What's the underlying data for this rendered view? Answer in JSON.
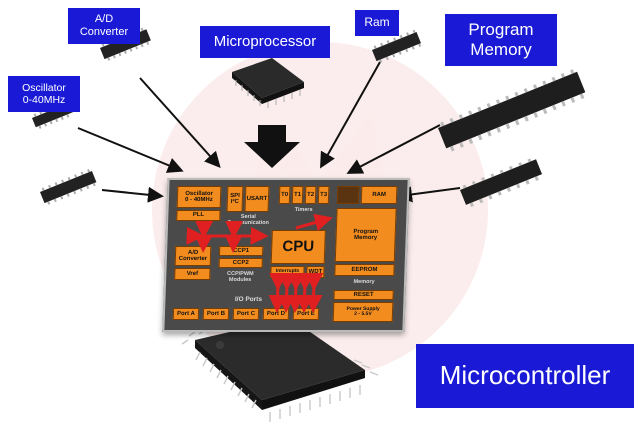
{
  "labels": {
    "ad_converter": "A/D\nConverter",
    "microprocessor": "Microprocessor",
    "ram": "Ram",
    "program_memory": "Program\nMemory",
    "oscillator": "Oscillator\n0-40MHz",
    "microcontroller": "Microcontroller"
  },
  "diagram": {
    "oscillator_block": "Oscillator\n0 - 40MHz",
    "pll": "PLL",
    "spi": "SPI\nI²C",
    "usart": "USART",
    "serial": "Serial\nCommunication",
    "timers": [
      "T0",
      "T1",
      "T2",
      "T3"
    ],
    "timers_label": "Timers",
    "ram": "RAM",
    "program_memory": "Program\nMemory",
    "eeprom": "EEPROM",
    "memory": "Memory",
    "cpu": "CPU",
    "interrupts": "Interrupts",
    "wdt": "WDT",
    "ad_converter": "A/D\nConverter",
    "vref": "Vref",
    "ccp1": "CCP1",
    "ccp2": "CCP2",
    "ccp_modules": "CCP/PWM\nModules",
    "reset": "RESET",
    "power_supply": "Power Supply\n2 - 5.5V",
    "io_ports": "I/O Ports",
    "ports": [
      "Port A",
      "Port B",
      "Port C",
      "Port D",
      "Port E"
    ]
  },
  "colors": {
    "blue": "#1a1ad6",
    "orange": "#f28c1e",
    "die": "#4a4a4a",
    "arrow": "#e02020"
  }
}
